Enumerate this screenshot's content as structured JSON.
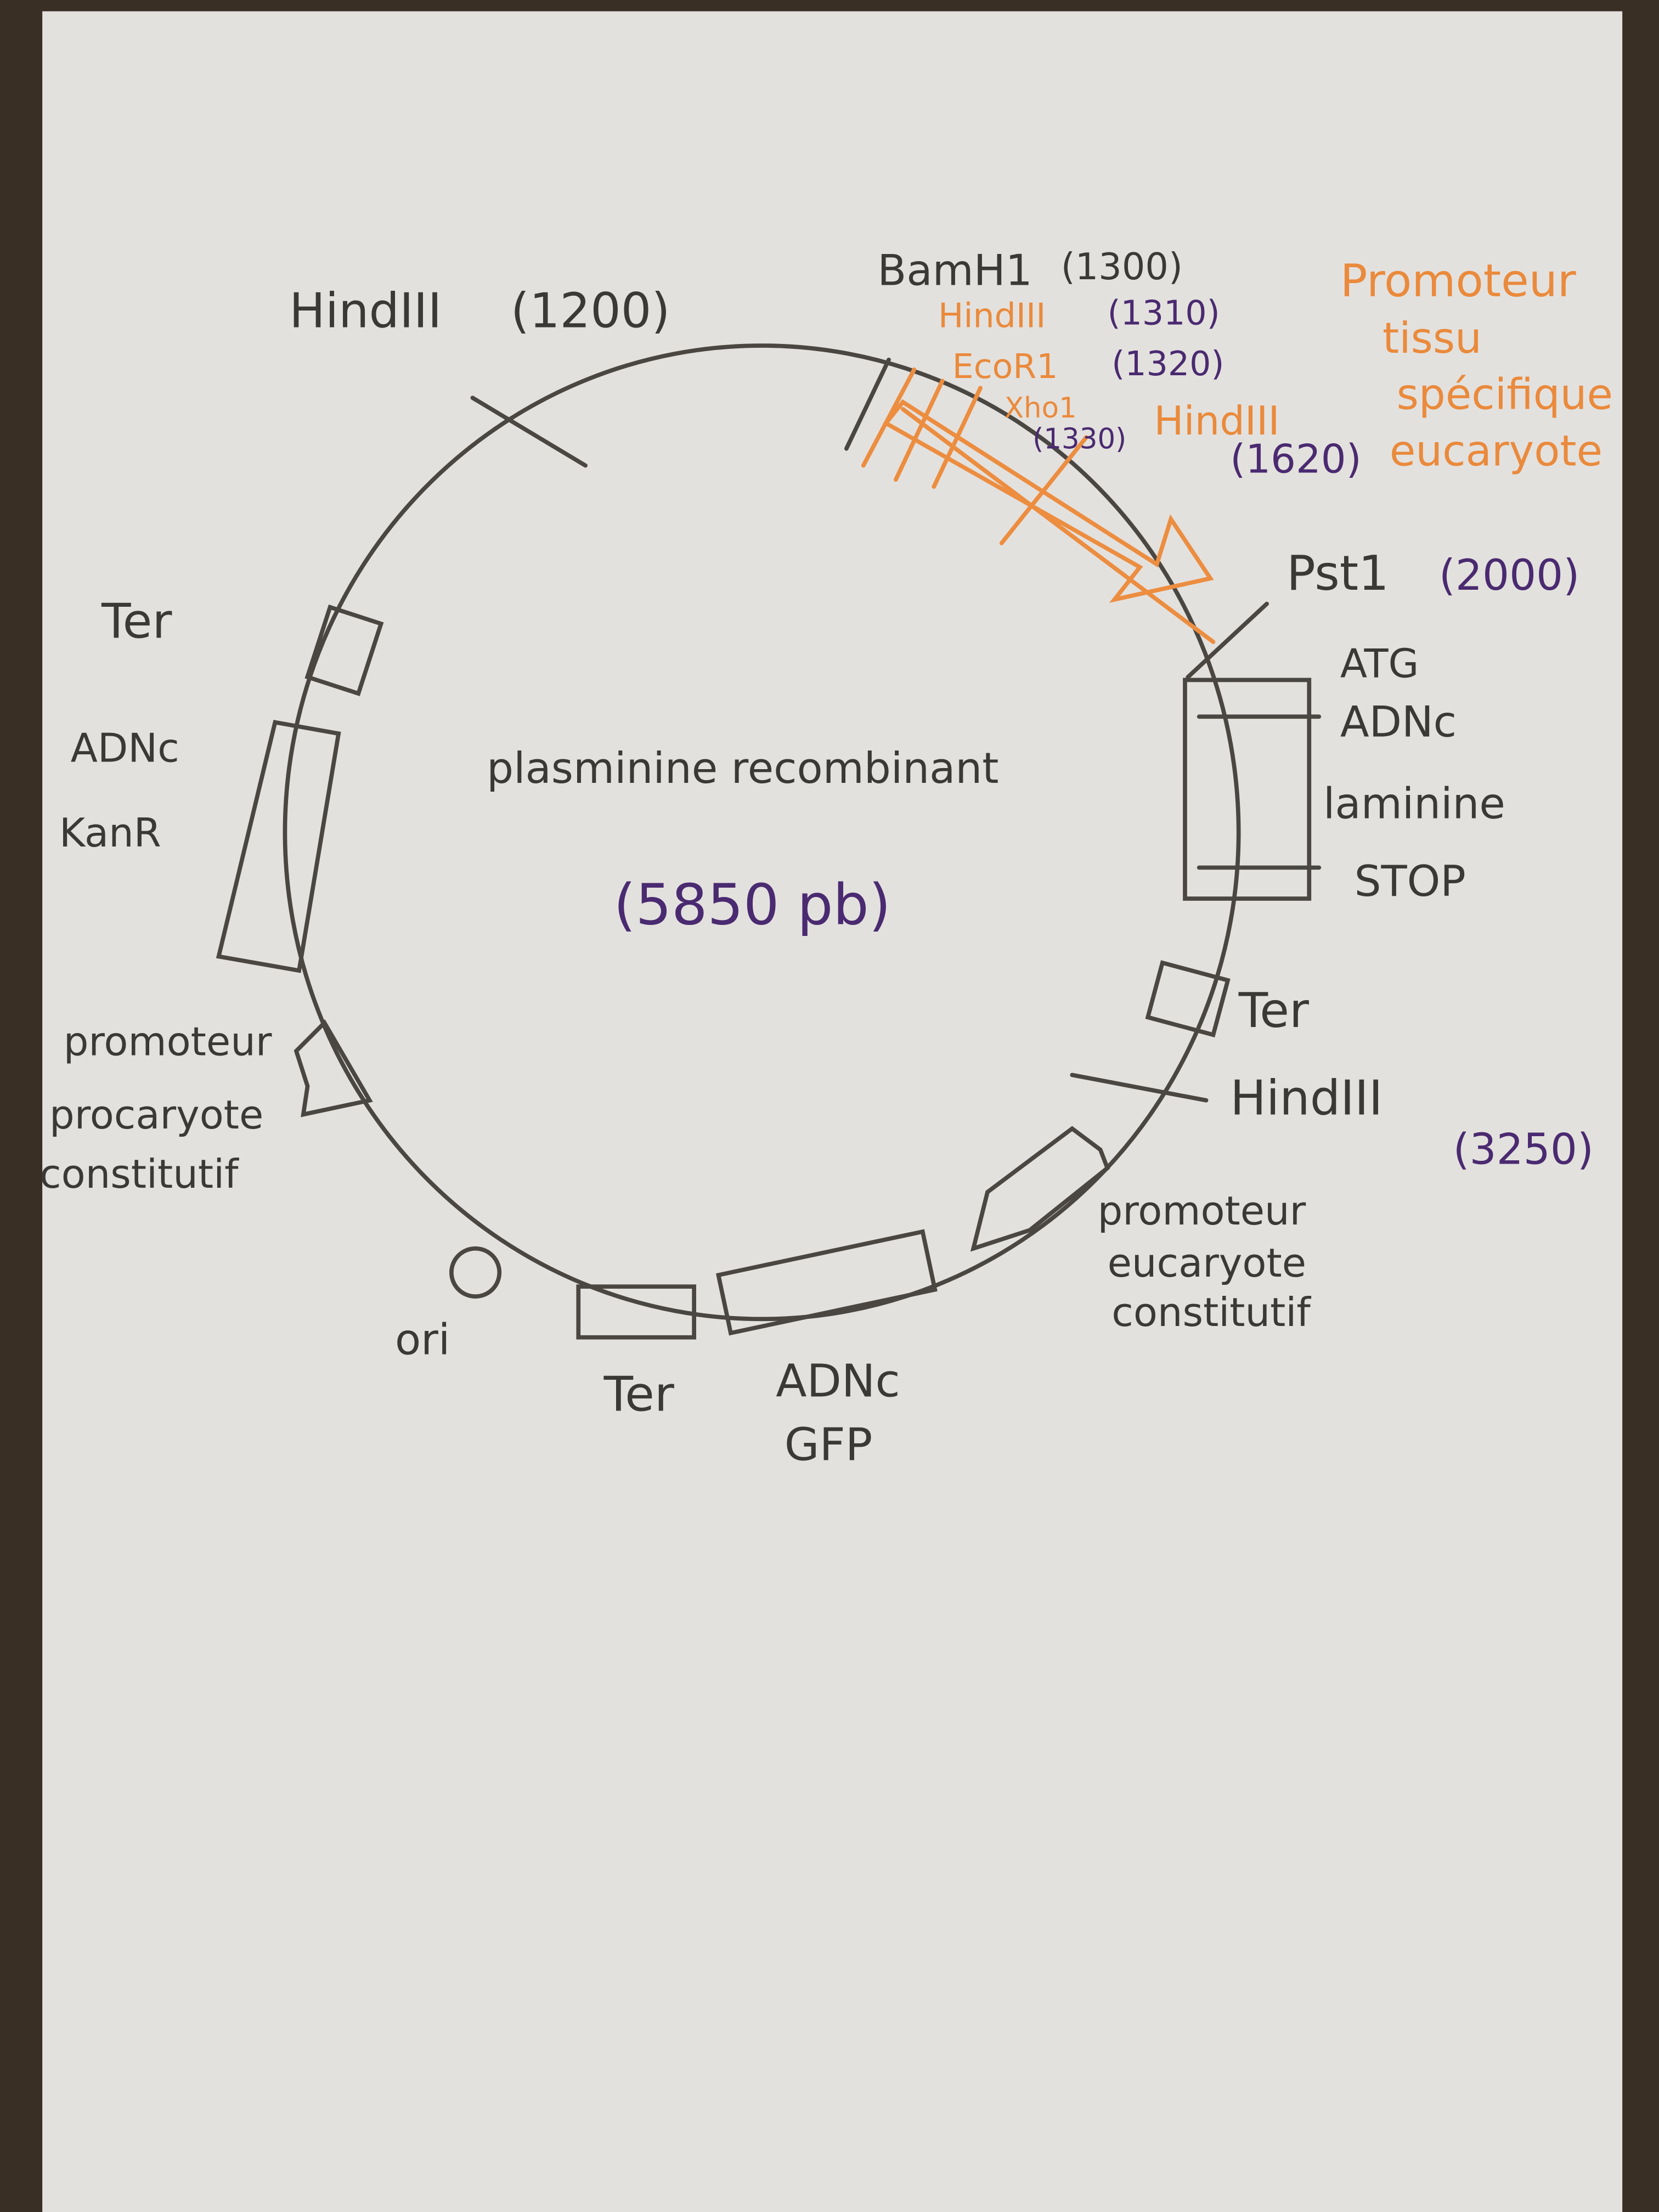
{
  "colors": {
    "board": "#e3e1de",
    "marker_black": "#3b3936",
    "marker_orange": "#ea8a3c",
    "marker_purple": "#4a2a70"
  },
  "title": "plasminine recombinant",
  "size": "(5850 pb)",
  "sites": {
    "hind_left": {
      "name": "HindIII",
      "pos": "(1200)"
    },
    "bamh1": {
      "name": "BamH1",
      "pos": "(1300)"
    },
    "hind_1310": {
      "name": "HindIII",
      "pos": "(1310)"
    },
    "ecor1": {
      "name": "EcoR1",
      "pos": "(1320)"
    },
    "xho1": {
      "name": "Xho1",
      "pos": "(1330)"
    },
    "hind_1620": {
      "name": "HindIII",
      "pos": "(1620)"
    },
    "pst1": {
      "name": "Pst1",
      "pos": "(2000)"
    },
    "hind_3250": {
      "name": "HindIII",
      "pos": "(3250)"
    }
  },
  "promoter_tissue": [
    "Promoteur",
    "tissu",
    "spécifique",
    "eucaryote"
  ],
  "laminin": [
    "ATG",
    "ADNc",
    "laminine",
    "STOP"
  ],
  "ter_right": "Ter",
  "promoter_euk": [
    "promoteur",
    "eucaryote",
    "constitutif"
  ],
  "gfp": [
    "ADNc",
    "GFP"
  ],
  "ter_bottom": "Ter",
  "ori": "ori",
  "promoter_prok": [
    "promoteur",
    "procaryote",
    "constitutif"
  ],
  "kan": [
    "ADNc",
    "KanR"
  ],
  "ter_left": "Ter"
}
